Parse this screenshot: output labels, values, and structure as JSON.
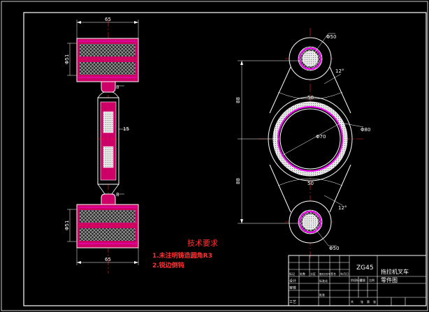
{
  "colors": {
    "background": "#000000",
    "outline": "#ffffff",
    "section_fill": "#cc0066",
    "hatch": "#9a9a9a",
    "magenta": "#ff00ff",
    "center_line": "#ff2020",
    "requirement_text": "#ff3030",
    "border": "#ffffff"
  },
  "side_view": {
    "top_hub_width_dim": "65",
    "bottom_hub_width_dim": "65",
    "top_hub_diameter_dim": "Φ51",
    "bottom_hub_diameter_dim": "Φ51",
    "neck_dim_top": "8",
    "neck_dim_bottom": "8",
    "web_thickness_dim": "15"
  },
  "front_view": {
    "top_boss_dim": "Φ50",
    "bottom_boss_dim": "Φ50",
    "upper_pitch_dim": "88",
    "lower_pitch_dim": "88",
    "big_bore_dim": "Φ70",
    "big_bore_inner_dim": "Φ80",
    "upper_arm_angle": "12°",
    "upper_width_dim": "50",
    "lower_width_dim": "50",
    "lower_arm_angle": "12°"
  },
  "technical_requirements": {
    "heading": "技术要求",
    "items": [
      "1.未注明铸造圆角R3",
      "2.锐边倒钝"
    ]
  },
  "title_block": {
    "material": "ZG45",
    "drawing_name_line1": "拖拉机叉车",
    "drawing_name_line2": "零件图",
    "header_labels": [
      "标记",
      "处数",
      "分区",
      "更改文件号",
      "签名",
      "年月日"
    ],
    "row_labels": [
      "设计",
      "审核",
      "工艺"
    ],
    "mid_labels": [
      "标准化",
      "批准"
    ],
    "stage_labels": [
      "阶段标记",
      "重量",
      "比例"
    ],
    "sheet_labels": [
      "共",
      "张",
      "第",
      "张"
    ]
  }
}
